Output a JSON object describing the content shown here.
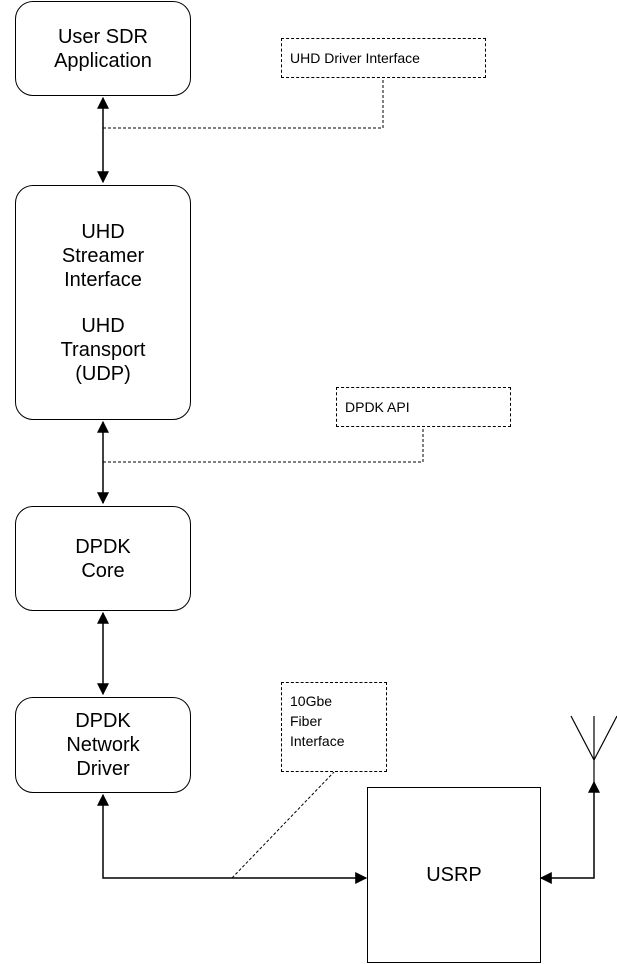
{
  "blocks": {
    "user_app": [
      "User SDR",
      "Application"
    ],
    "uhd_streamer": [
      "UHD",
      "Streamer",
      "Interface"
    ],
    "uhd_transport": [
      "UHD",
      "Transport",
      "(UDP)"
    ],
    "dpdk_core": [
      "DPDK",
      "Core"
    ],
    "dpdk_driver": [
      "DPDK",
      "Network",
      "Driver"
    ],
    "usrp": "USRP"
  },
  "annotations": {
    "uhd_driver_interface": "UHD Driver Interface",
    "dpdk_api": "DPDK API",
    "fiber_interface": [
      "10Gbe",
      "Fiber",
      "Interface"
    ]
  }
}
